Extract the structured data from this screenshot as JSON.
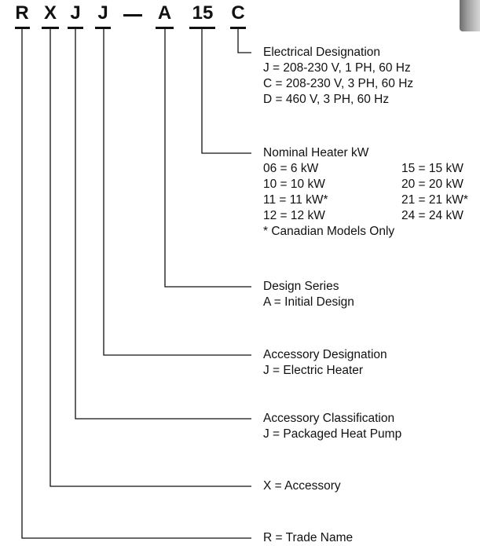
{
  "code": {
    "letters": [
      "R",
      "X",
      "J",
      "J",
      "A",
      "15",
      "C"
    ],
    "dash": "—"
  },
  "designations": {
    "electrical": {
      "title": "Electrical Designation",
      "lines": [
        "J = 208-230 V, 1 PH, 60 Hz",
        "C = 208-230 V, 3 PH, 60 Hz",
        "D = 460 V, 3 PH, 60 Hz"
      ]
    },
    "heater": {
      "title": "Nominal Heater kW",
      "left": [
        "06 = 6 kW",
        "10 = 10 kW",
        "11 = 11 kW*",
        "12 = 12 kW"
      ],
      "right": [
        "15 = 15 kW",
        "20 = 20 kW",
        "21 = 21 kW*",
        "24 = 24 kW"
      ],
      "note": "* Canadian Models Only"
    },
    "design_series": {
      "title": "Design Series",
      "lines": [
        "A = Initial Design"
      ]
    },
    "accessory_designation": {
      "title": "Accessory Designation",
      "lines": [
        "J = Electric Heater"
      ]
    },
    "accessory_classification": {
      "title": "Accessory Classification",
      "lines": [
        "J = Packaged Heat Pump"
      ]
    },
    "accessory": {
      "title": "X = Accessory"
    },
    "trade_name": {
      "title": "R = Trade Name"
    }
  }
}
